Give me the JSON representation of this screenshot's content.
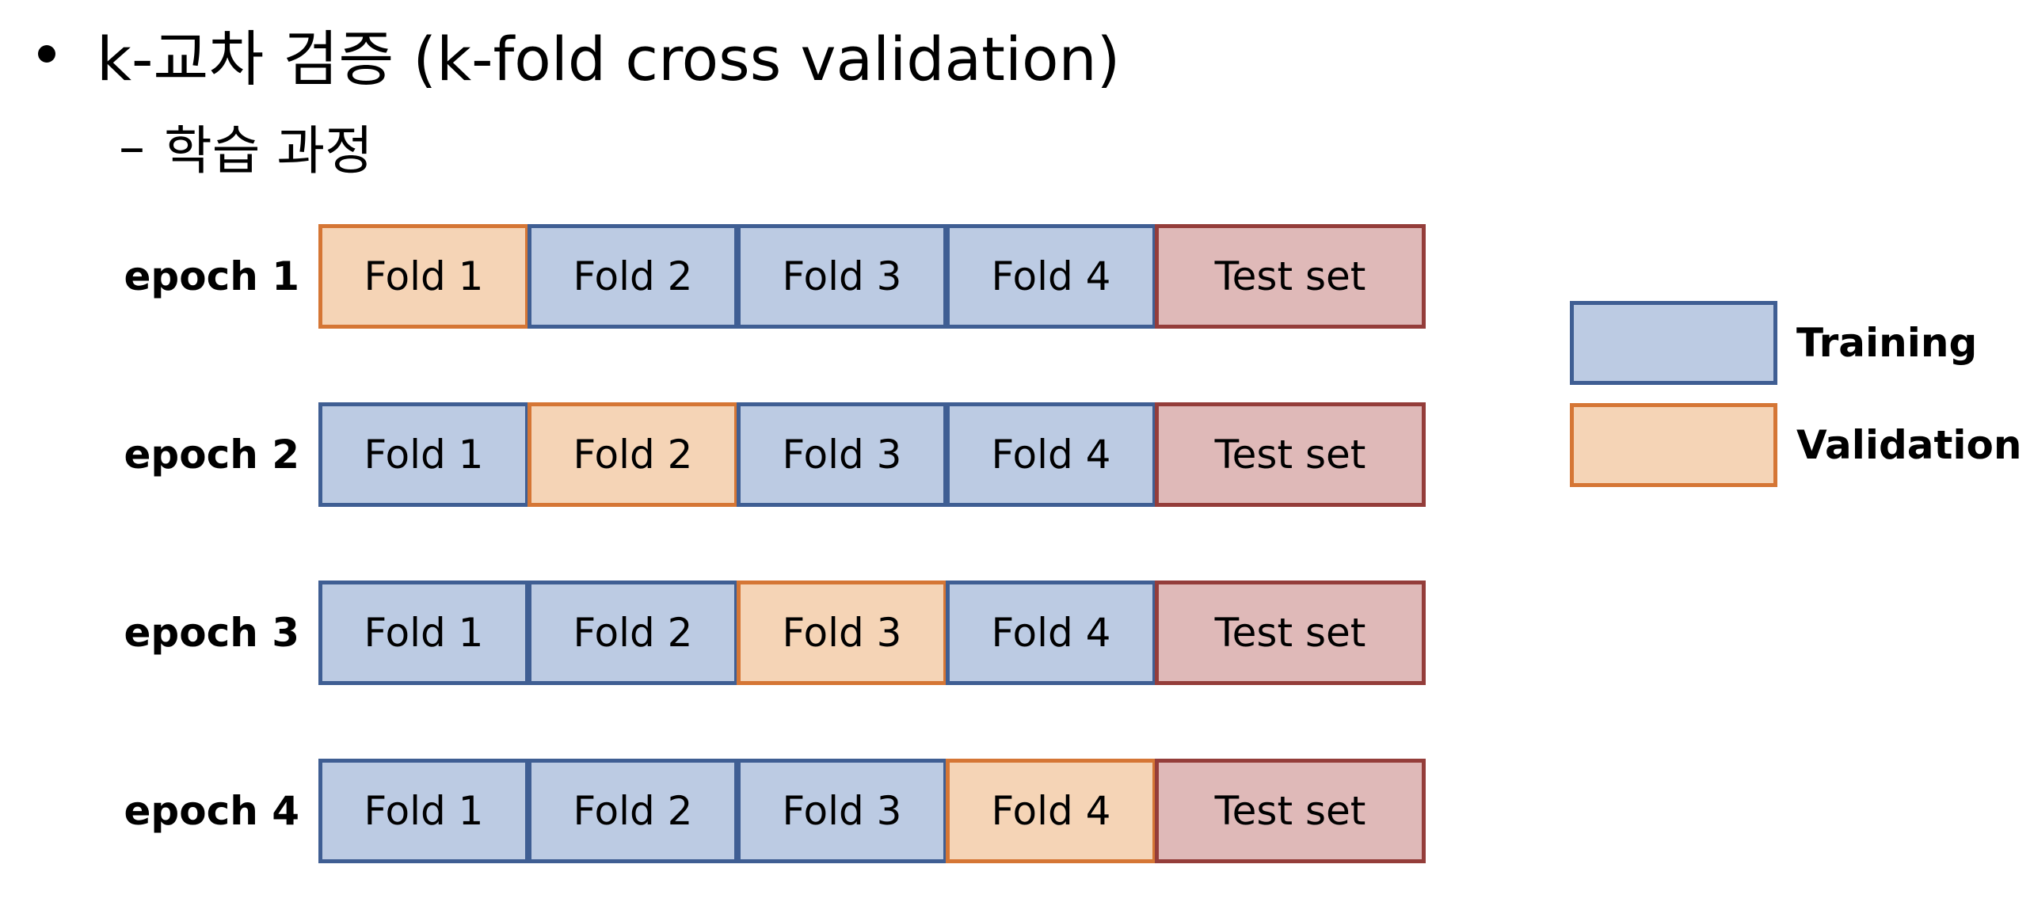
{
  "title": {
    "main": "k-교차 검증 (k-fold cross validation)",
    "sub_dash": "–",
    "sub": "학습 과정"
  },
  "colors": {
    "training_fill": "#bccbe3",
    "training_border": "#3f5e93",
    "validation_fill": "#f5d4b6",
    "validation_border": "#d57635",
    "test_fill": "#dfb9b8",
    "test_border": "#943d3a"
  },
  "rows": [
    {
      "label": "epoch 1",
      "cells": [
        {
          "text": "Fold 1",
          "role": "validation"
        },
        {
          "text": "Fold 2",
          "role": "training"
        },
        {
          "text": "Fold 3",
          "role": "training"
        },
        {
          "text": "Fold 4",
          "role": "training"
        },
        {
          "text": "Test set",
          "role": "test"
        }
      ]
    },
    {
      "label": "epoch 2",
      "cells": [
        {
          "text": "Fold 1",
          "role": "training"
        },
        {
          "text": "Fold 2",
          "role": "validation"
        },
        {
          "text": "Fold 3",
          "role": "training"
        },
        {
          "text": "Fold 4",
          "role": "training"
        },
        {
          "text": "Test set",
          "role": "test"
        }
      ]
    },
    {
      "label": "epoch 3",
      "cells": [
        {
          "text": "Fold 1",
          "role": "training"
        },
        {
          "text": "Fold 2",
          "role": "training"
        },
        {
          "text": "Fold 3",
          "role": "validation"
        },
        {
          "text": "Fold 4",
          "role": "training"
        },
        {
          "text": "Test set",
          "role": "test"
        }
      ]
    },
    {
      "label": "epoch 4",
      "cells": [
        {
          "text": "Fold 1",
          "role": "training"
        },
        {
          "text": "Fold 2",
          "role": "training"
        },
        {
          "text": "Fold 3",
          "role": "training"
        },
        {
          "text": "Fold 4",
          "role": "validation"
        },
        {
          "text": "Test set",
          "role": "test"
        }
      ]
    }
  ],
  "legend": [
    {
      "label": "Training",
      "role": "training"
    },
    {
      "label": "Validation",
      "role": "validation"
    }
  ]
}
